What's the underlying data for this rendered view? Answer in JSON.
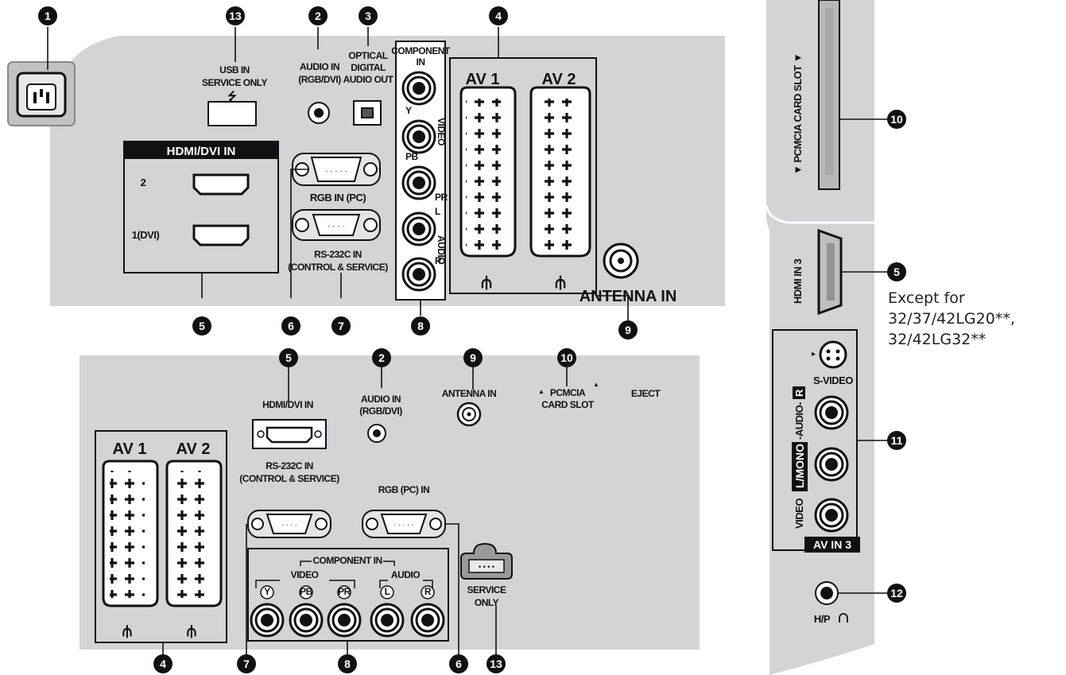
{
  "callouts": [
    "1",
    "2",
    "3",
    "4",
    "5",
    "6",
    "7",
    "8",
    "9",
    "10",
    "11",
    "12",
    "13"
  ],
  "top_panel": {
    "usb_in": "USB IN",
    "service_only": "SERVICE ONLY",
    "audio_in": "AUDIO IN",
    "audio_in_sub": "(RGB/DVI)",
    "optical_1": "OPTICAL",
    "optical_2": "DIGITAL",
    "optical_3": "AUDIO OUT",
    "component_1": "COMPONENT",
    "component_2": "IN",
    "video_vert": "VIDEO",
    "audio_vert": "AUDIO",
    "y": "Y",
    "pb": "PB",
    "pr": "PR",
    "l": "L",
    "r": "R",
    "av1": "AV 1",
    "av2": "AV 2",
    "hdmi_dvi_in": "HDMI/DVI IN",
    "hdmi_2": "2",
    "hdmi_1": "1(DVI)",
    "rgb_in_pc": "RGB IN (PC)",
    "rs232_1": "RS-232C IN",
    "rs232_2": "(CONTROL & SERVICE)",
    "antenna_in": "ANTENNA IN"
  },
  "bottom_panel": {
    "hdmi_dvi_in": "HDMI/DVI IN",
    "audio_in": "AUDIO IN",
    "audio_in_sub": "(RGB/DVI)",
    "antenna_in": "ANTENNA IN",
    "pcmcia_1": "PCMCIA",
    "pcmcia_2": "CARD SLOT",
    "eject": "EJECT",
    "av1": "AV 1",
    "av2": "AV 2",
    "rs232_1": "RS-232C IN",
    "rs232_2": "(CONTROL & SERVICE)",
    "rgb_pc_in": "RGB (PC) IN",
    "component_in": "COMPONENT IN",
    "video": "VIDEO",
    "audio": "AUDIO",
    "y": "Y",
    "pb": "PB",
    "pr": "PR",
    "l": "L",
    "r": "R",
    "service_1": "SERVICE",
    "service_2": "ONLY"
  },
  "side_panel": {
    "pcmcia_slot": "▼ PCMCIA CARD SLOT ▼",
    "hdmi_in_3": "HDMI IN 3",
    "except_1": "Except for",
    "except_2": "32/37/42LG20**,",
    "except_3": "32/42LG32**",
    "s_video": "S-VIDEO",
    "av_vert_1": "VIDEO",
    "av_vert_2": "L/MONO",
    "av_vert_3": "-AUDIO-",
    "av_vert_4": "R",
    "av_in_3": "AV IN 3",
    "hp": "H/P"
  },
  "colors": {
    "panel": "#d4d4d6",
    "ink": "#111111"
  }
}
